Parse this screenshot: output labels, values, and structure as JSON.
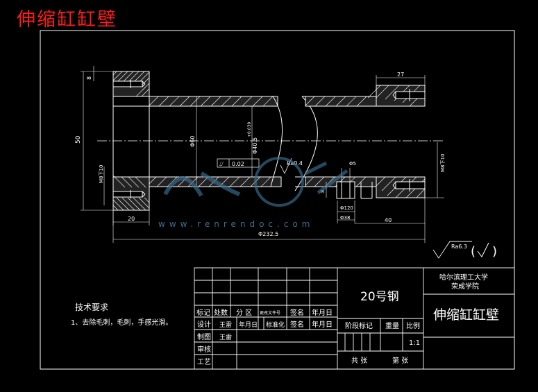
{
  "header": {
    "title": "伸缩缸缸壁"
  },
  "dimensions": {
    "d_top_left": "8",
    "d_50": "50",
    "d_60": "Φ60",
    "d_40": "Φ40.5",
    "d_40sup": "+0.039",
    "d_m8_left": "M8下10",
    "d_m8_right": "M8下10",
    "d_20": "20",
    "d_27": "27",
    "d_8_small": "8",
    "d_232": "Φ232.5",
    "d_40_bottom": "40",
    "d_5": "Φ5",
    "d_120": "Φ120",
    "d_38": "Φ38"
  },
  "tolerance": {
    "symbol": "⌰",
    "value": "0.02"
  },
  "roughness": {
    "inner": "Ra0.4",
    "global": "Ra6.3"
  },
  "title_block": {
    "university": "哈尔滨理工大学",
    "college": "荣成学院",
    "material": "20号钢",
    "part_name": "伸缩缸缸壁",
    "scale": "1:1",
    "row_headers": [
      "标记",
      "处数",
      "分 区",
      "更改文件号",
      "签名",
      "年月日"
    ],
    "design_row": [
      "设计",
      "王雷",
      "年月日",
      "标准化",
      "签名",
      "年月日"
    ],
    "drafting_label": "制图",
    "drafting_name": "王雷",
    "review_label": "审核",
    "process_label": "工艺",
    "stage_label": "阶段标记",
    "weight_label": "重量",
    "ratio_label": "比例",
    "total_sheets": "共  张",
    "sheet_no": "第  张"
  },
  "tech_requirements": {
    "title": "技术要求",
    "item1": "1、去除毛刺，毛刺，手感光滑。"
  },
  "watermark": {
    "url": "www.renrendoc.com"
  }
}
